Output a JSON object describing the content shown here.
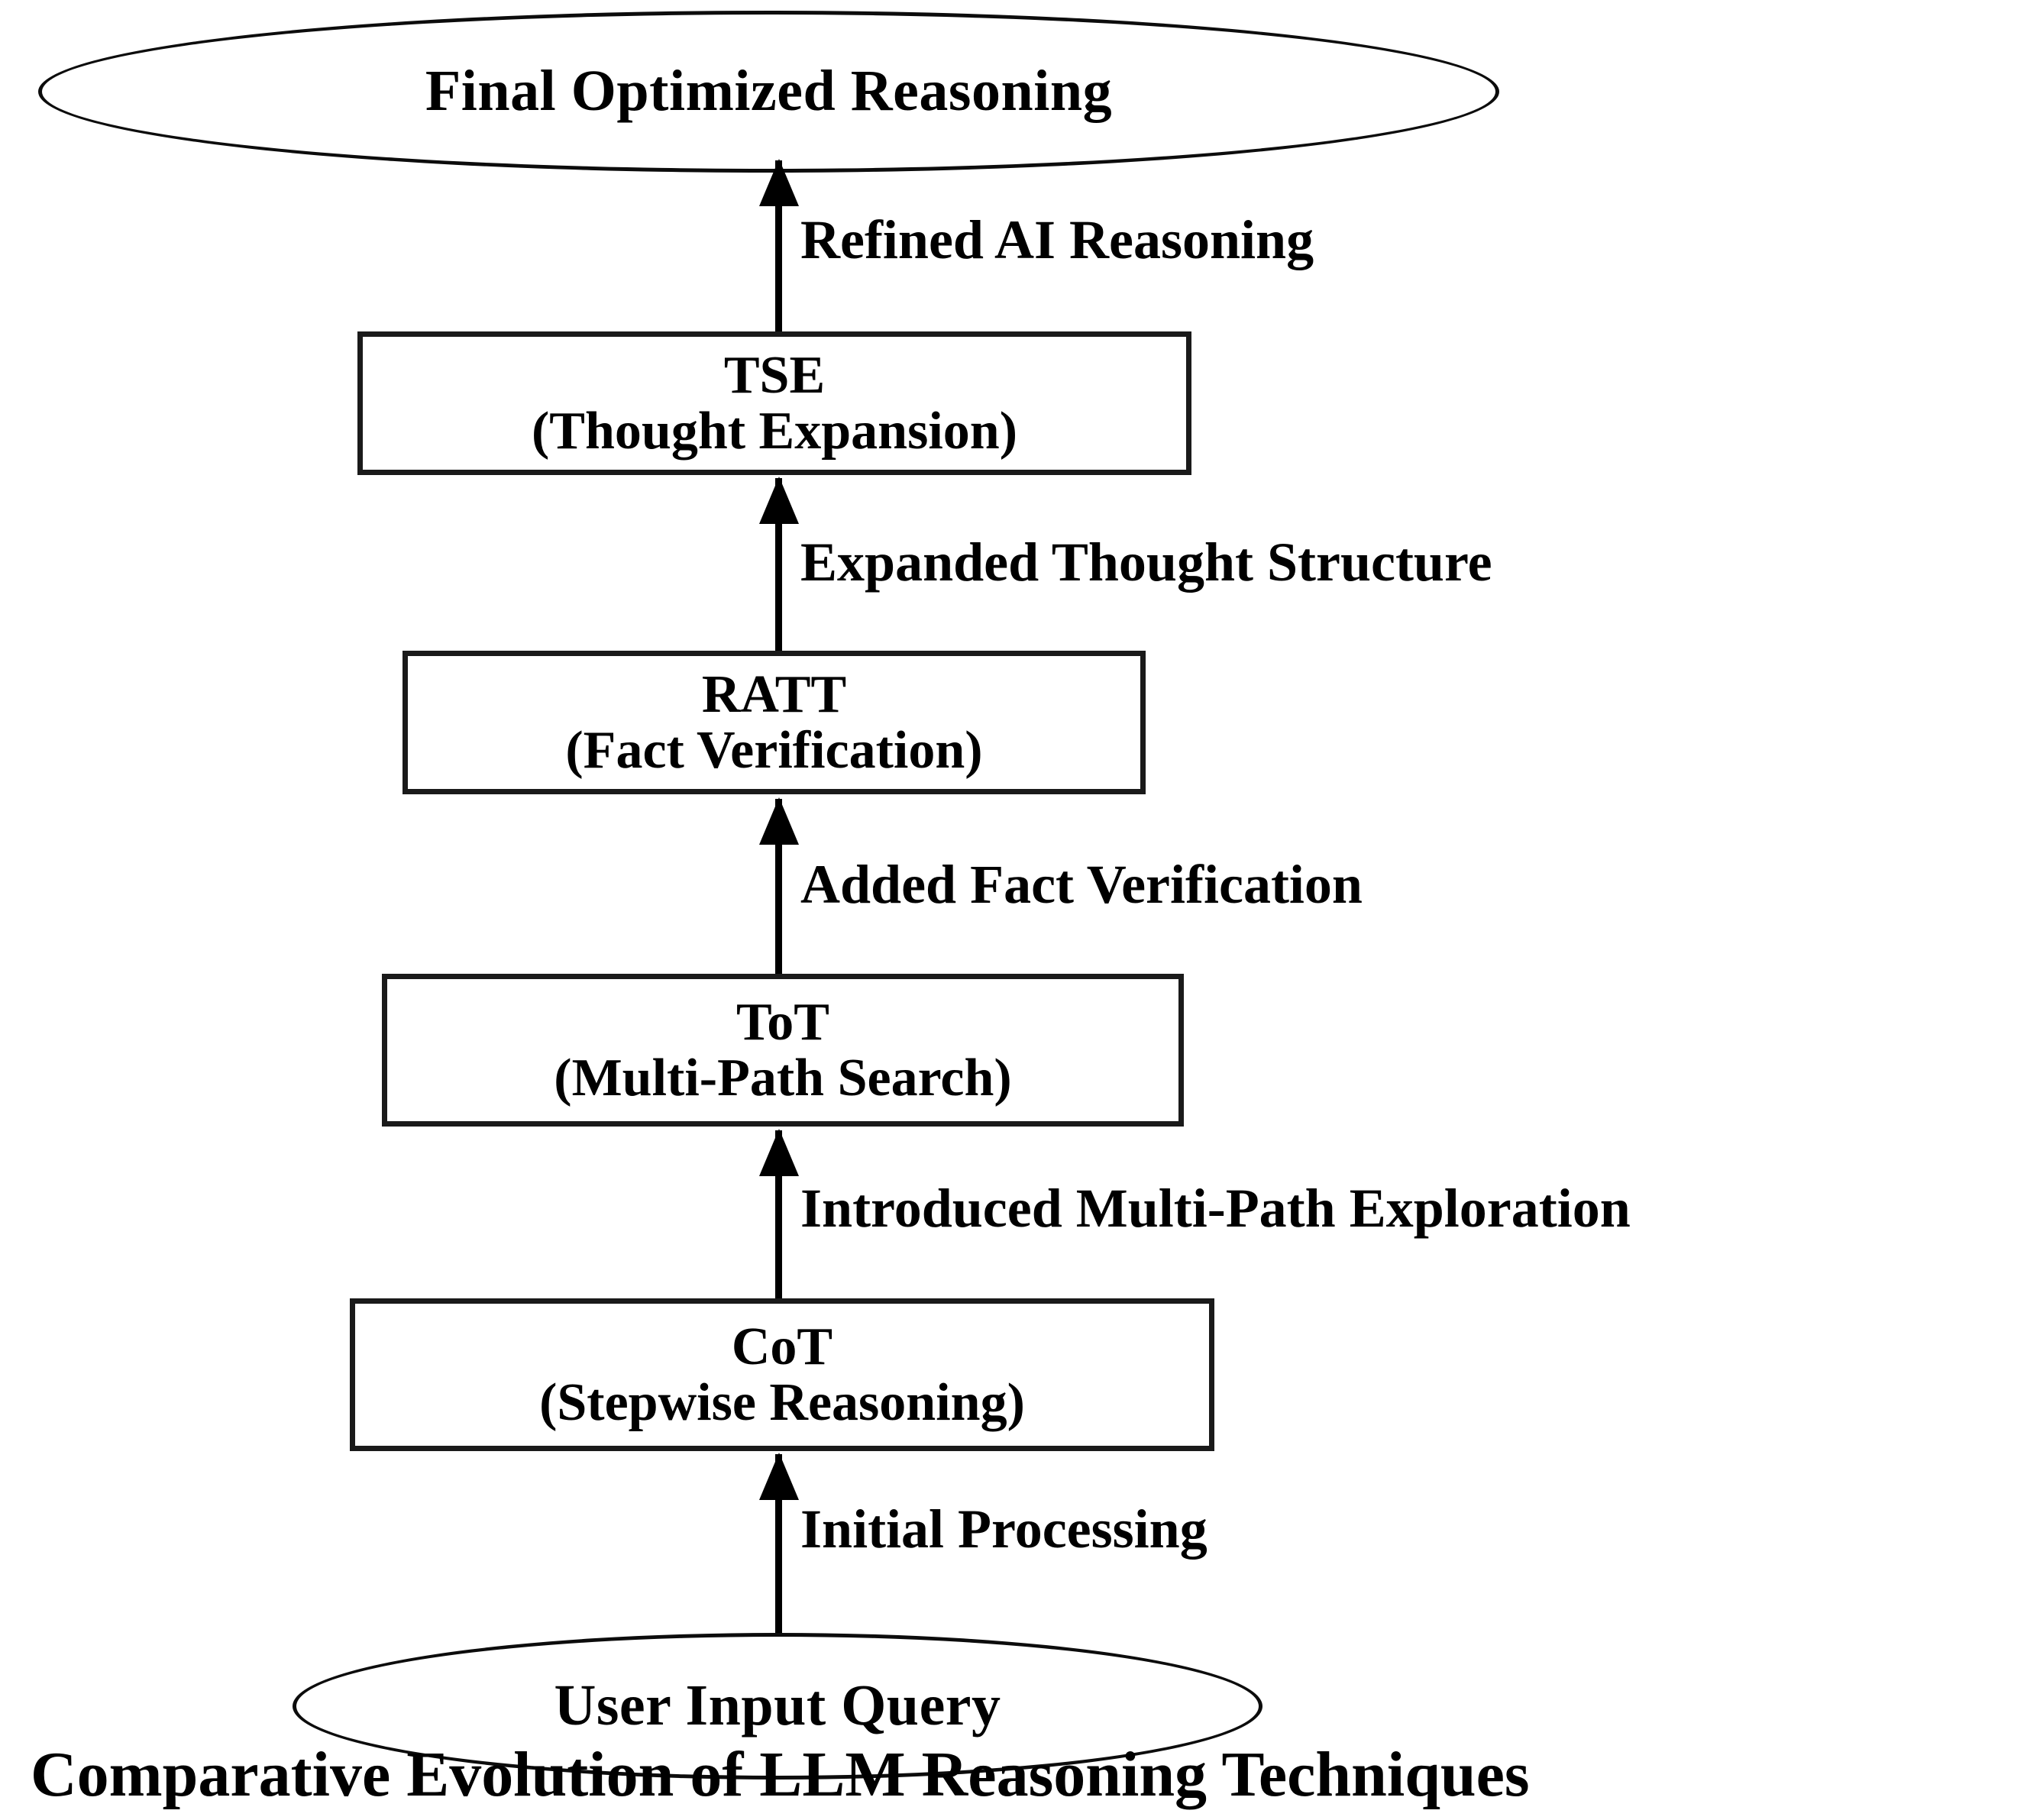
{
  "figure": {
    "caption": "Comparative Evolution of LLM Reasoning Techniques",
    "orientation": "bottom-to-top",
    "background_color": "#ffffff",
    "stroke_color": "#000000"
  },
  "nodes": [
    {
      "id": "final-optimized-reasoning",
      "shape": "ellipse",
      "title": "Final Optimized Reasoning",
      "subtitle": ""
    },
    {
      "id": "tse",
      "shape": "rectangle",
      "title": "TSE",
      "subtitle": "(Thought Expansion)"
    },
    {
      "id": "ratt",
      "shape": "rectangle",
      "title": "RATT",
      "subtitle": "(Fact Verification)"
    },
    {
      "id": "tot",
      "shape": "rectangle",
      "title": "ToT",
      "subtitle": "(Multi-Path Search)"
    },
    {
      "id": "cot",
      "shape": "rectangle",
      "title": "CoT",
      "subtitle": "(Stepwise Reasoning)"
    },
    {
      "id": "user-input-query",
      "shape": "ellipse",
      "title": "User Input Query",
      "subtitle": ""
    }
  ],
  "edges": [
    {
      "from": "tse",
      "to": "final-optimized-reasoning",
      "label": "Refined AI Reasoning"
    },
    {
      "from": "ratt",
      "to": "tse",
      "label": "Expanded Thought Structure"
    },
    {
      "from": "tot",
      "to": "ratt",
      "label": "Added Fact Verification"
    },
    {
      "from": "cot",
      "to": "tot",
      "label": "Introduced Multi-Path Exploration"
    },
    {
      "from": "user-input-query",
      "to": "cot",
      "label": "Initial Processing"
    }
  ]
}
